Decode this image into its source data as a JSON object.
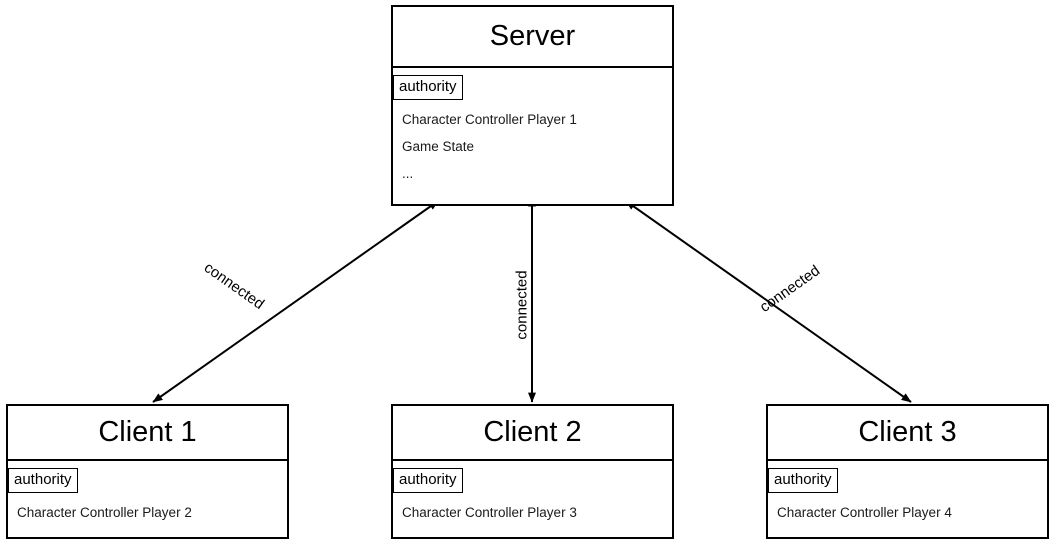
{
  "diagram": {
    "type": "uml-class-deployment",
    "nodes": [
      {
        "id": "server",
        "title": "Server",
        "stereotype": "authority",
        "attributes": [
          "Character Controller Player 1",
          "Game State",
          "..."
        ]
      },
      {
        "id": "client1",
        "title": "Client 1",
        "stereotype": "authority",
        "attributes": [
          "Character Controller Player 2"
        ]
      },
      {
        "id": "client2",
        "title": "Client 2",
        "stereotype": "authority",
        "attributes": [
          "Character Controller Player 3"
        ]
      },
      {
        "id": "client3",
        "title": "Client 3",
        "stereotype": "authority",
        "attributes": [
          "Character Controller Player 4"
        ]
      }
    ],
    "edges": [
      {
        "id": "edge-server-client1",
        "from": "server",
        "to": "client1",
        "label": "connected",
        "arrows": "both"
      },
      {
        "id": "edge-server-client2",
        "from": "server",
        "to": "client2",
        "label": "connected",
        "arrows": "both"
      },
      {
        "id": "edge-server-client3",
        "from": "server",
        "to": "client3",
        "label": "connected",
        "arrows": "both"
      }
    ],
    "colors": {
      "stroke": "#000000",
      "background": "#ffffff",
      "title_text": "#000000",
      "attribute_text": "#1a1a1a"
    }
  }
}
